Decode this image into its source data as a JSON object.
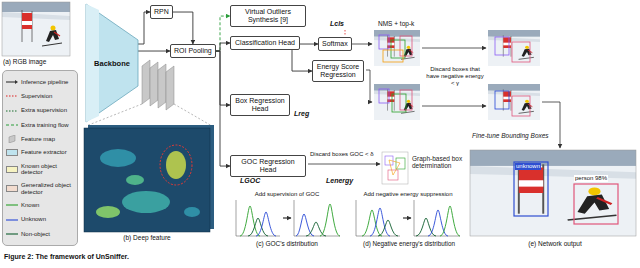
{
  "diagram": {
    "caption": "Figure 2: The framework of UnSniffer.",
    "nodes": [
      {
        "text": [
          "Backbone"
        ]
      },
      {
        "text": [
          "RPN"
        ]
      },
      {
        "text": [
          "ROI Pooling"
        ]
      },
      {
        "text": [
          "Fine-tune Bounding Boxes"
        ]
      },
      {
        "text": [
          "Virtual Outliers Synthesis [9]"
        ],
        "in": 3
      },
      {
        "text": [
          "Classification Head"
        ],
        "in": 3
      },
      {
        "text": [
          "Softmax"
        ],
        "in": 3
      },
      {
        "text": [
          "Energy Score Regression"
        ],
        "in": 3
      },
      {
        "text": [
          "Box Regression Head"
        ],
        "in": 3
      },
      {
        "text": [
          "Graph-based box determination"
        ]
      },
      {
        "text": [
          "GOC Regression Head"
        ],
        "in": 9
      }
    ],
    "edges": [
      {
        "from": 0,
        "to": 1,
        "arrow": "to"
      },
      {
        "from": 1,
        "to": 2,
        "arrow": "to"
      },
      {
        "from": 0,
        "to": 2,
        "arrow": "to"
      },
      {
        "from": 2,
        "to": 4,
        "arrow": "to"
      },
      {
        "from": 2,
        "to": 5,
        "arrow": "to"
      },
      {
        "from": 2,
        "to": 8,
        "arrow": "to"
      },
      {
        "from": 2,
        "to": 10,
        "arrow": "to"
      },
      {
        "from": 5,
        "to": 6,
        "arrow": "to"
      },
      {
        "from": 5,
        "to": 7,
        "arrow": "to"
      }
    ],
    "labels": [
      "(a) RGB image",
      "(b) Deep feature",
      "Lcls",
      "NMS + top-k",
      "Discard boxes that have negative energy < γ",
      "Lreg",
      "Discard boxes GOC < δ",
      "LGOC",
      "Lenergy",
      "Add supervision of GOC",
      "(c) GOC's distribution",
      "Add negative energy suppression",
      "(d) Negative energy's distribution",
      "unknown",
      "person 98%",
      "(e) Network output"
    ],
    "legend": [
      {
        "text": "Inference pipeline"
      },
      {
        "text": "Supervision"
      },
      {
        "text": "Extra supervision"
      },
      {
        "text": "Extra training flow"
      },
      {
        "text": "Feature map"
      },
      {
        "text": "Feature extractor",
        "color": "#bfe3ee"
      },
      {
        "text": "Known object detector",
        "color": "#f6f3c2"
      },
      {
        "text": "Generalized object detector",
        "color": "#f2dccf"
      },
      {
        "text": "Known"
      },
      {
        "text": "Unknown"
      },
      {
        "text": "Non-object"
      }
    ]
  }
}
